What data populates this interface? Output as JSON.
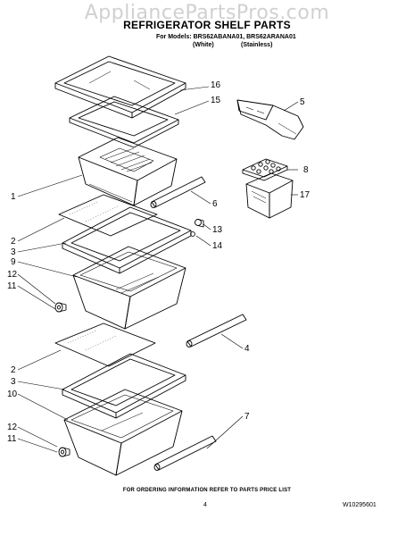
{
  "watermark": "AppliancePartsPros.com",
  "header": {
    "title": "REFRIGERATOR SHELF PARTS",
    "models": "For Models: BRS62ABANA01, BRS62ARANA01",
    "finish_white": "(White)",
    "finish_stainless": "(Stainless)"
  },
  "callouts": {
    "c16": "16",
    "c15": "15",
    "c5": "5",
    "c8": "8",
    "c17": "17",
    "c1": "1",
    "c6": "6",
    "c2a": "2",
    "c3a": "3",
    "c13": "13",
    "c14": "14",
    "c9": "9",
    "c12a": "12",
    "c11a": "11",
    "c4": "4",
    "c2b": "2",
    "c3b": "3",
    "c10": "10",
    "c7": "7",
    "c12b": "12",
    "c11b": "11"
  },
  "footer": {
    "note": "FOR ORDERING INFORMATION REFER TO PARTS PRICE LIST",
    "page": "4",
    "doc": "W10295601"
  }
}
